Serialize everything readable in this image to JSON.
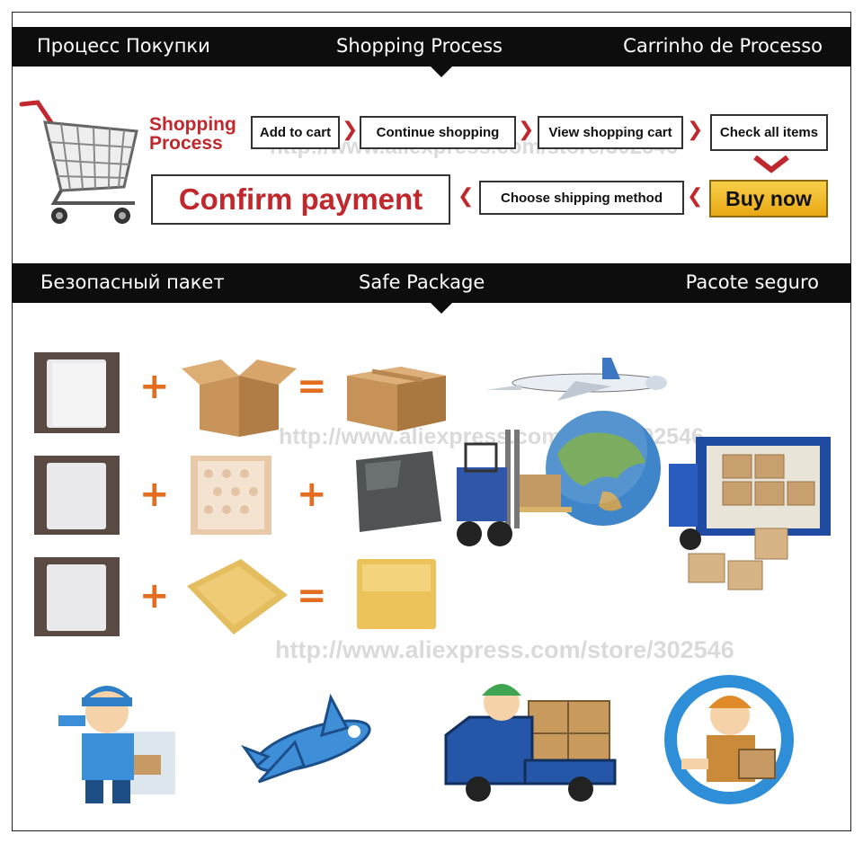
{
  "header_bar": {
    "left": "Процесс Покупки",
    "center": "Shopping Process",
    "right": "Carrinho de Processo"
  },
  "shopping_process": {
    "title_line1": "Shopping",
    "title_line2": "Process",
    "steps": {
      "add_to_cart": "Add to cart",
      "continue_shopping": "Continue shopping",
      "view_cart": "View shopping cart",
      "check_items": "Check all items",
      "buy_now": "Buy now",
      "choose_shipping": "Choose shipping method",
      "confirm_payment": "Confirm payment"
    }
  },
  "package_bar": {
    "left": "Безопасный пакет",
    "center": "Safe Package",
    "right": "Pacote seguro"
  },
  "watermark": {
    "url": "http://www.aliexpress.com/store/302546"
  },
  "colors": {
    "bar_bg": "#0d0d0d",
    "title_red": "#c0282d",
    "buy_now_bg": "#f2b51f",
    "operator_orange": "#e46d1f"
  },
  "icons": [
    "shopping-cart-icon",
    "airplane-icon",
    "globe-icon",
    "forklift-icon",
    "truck-icon",
    "courier-icon",
    "delivery-truck-icon"
  ]
}
